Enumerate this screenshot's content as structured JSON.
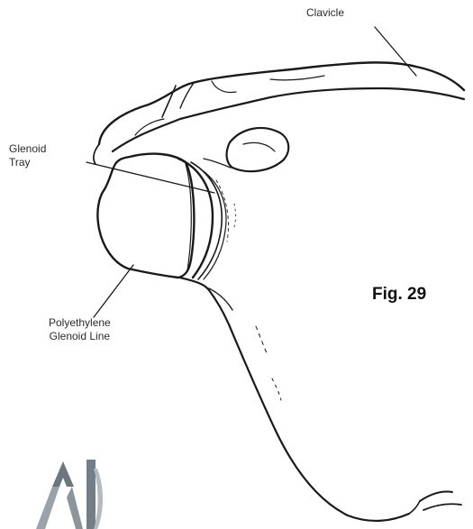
{
  "labels": {
    "clavicle": "Clavicle",
    "glenoid_tray": [
      "Glenoid",
      "Tray"
    ],
    "polyethylene_glenoid_line": [
      "Polyethylene",
      "Glenoid Line"
    ]
  },
  "figure": {
    "caption": "Fig. 29"
  }
}
